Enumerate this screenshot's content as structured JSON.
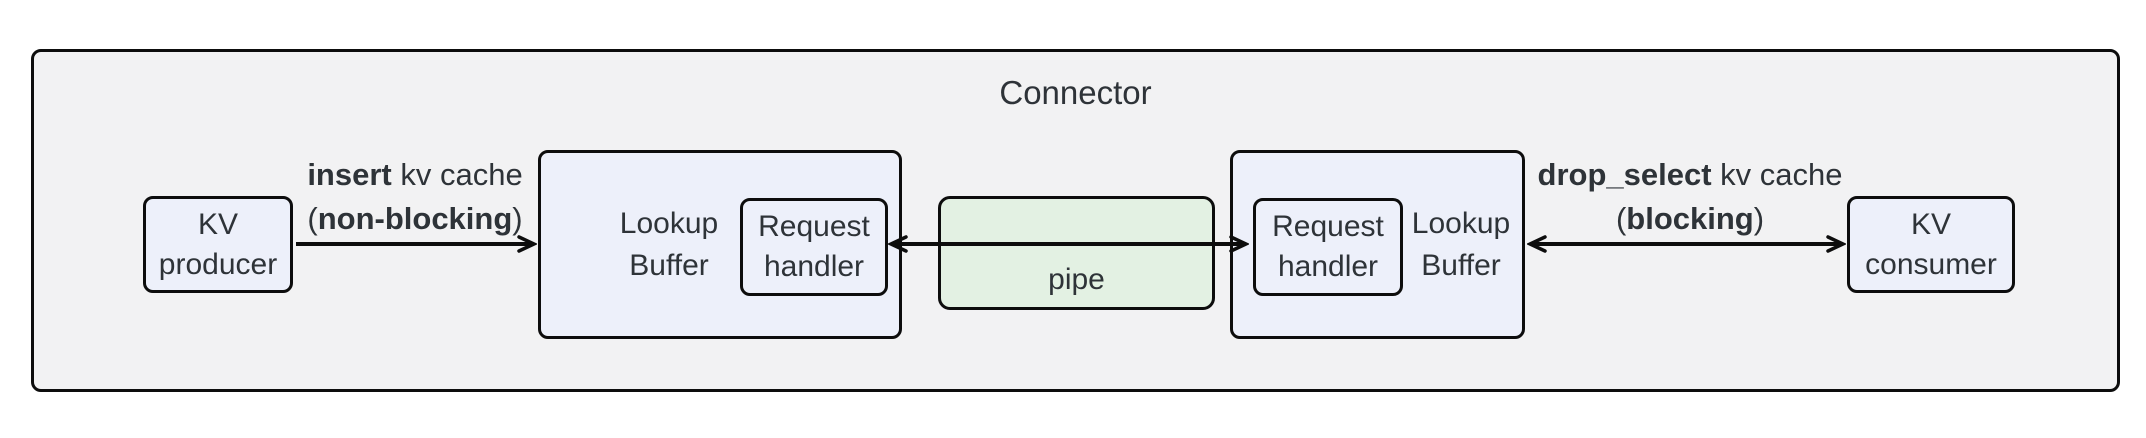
{
  "diagram": {
    "title": "Connector",
    "nodes": {
      "kv_producer": {
        "line1": "KV",
        "line2": "producer"
      },
      "lookup_buffer_left": {
        "line1": "Lookup",
        "line2": "Buffer"
      },
      "request_handler_left": {
        "line1": "Request",
        "line2": "handler"
      },
      "pipe": {
        "label": "pipe"
      },
      "request_handler_right": {
        "line1": "Request",
        "line2": "handler"
      },
      "lookup_buffer_right": {
        "line1": "Lookup",
        "line2": "Buffer"
      },
      "kv_consumer": {
        "line1": "KV",
        "line2": "consumer"
      }
    },
    "edges": {
      "insert": {
        "bold1": "insert",
        "rest1": " kv cache",
        "paren_open": "(",
        "bold2": "non-blocking",
        "paren_close": ")"
      },
      "drop_select": {
        "bold1": "drop_select",
        "rest1": " kv cache",
        "paren_open": "(",
        "bold2": "blocking",
        "paren_close": ")"
      }
    },
    "colors": {
      "canvas_bg": "#ffffff",
      "container_fill": "#f2f2f3",
      "node_fill": "#edf0fa",
      "pipe_fill": "#e3f1e3",
      "stroke": "#0d0d0d",
      "text": "#2e3338"
    }
  }
}
